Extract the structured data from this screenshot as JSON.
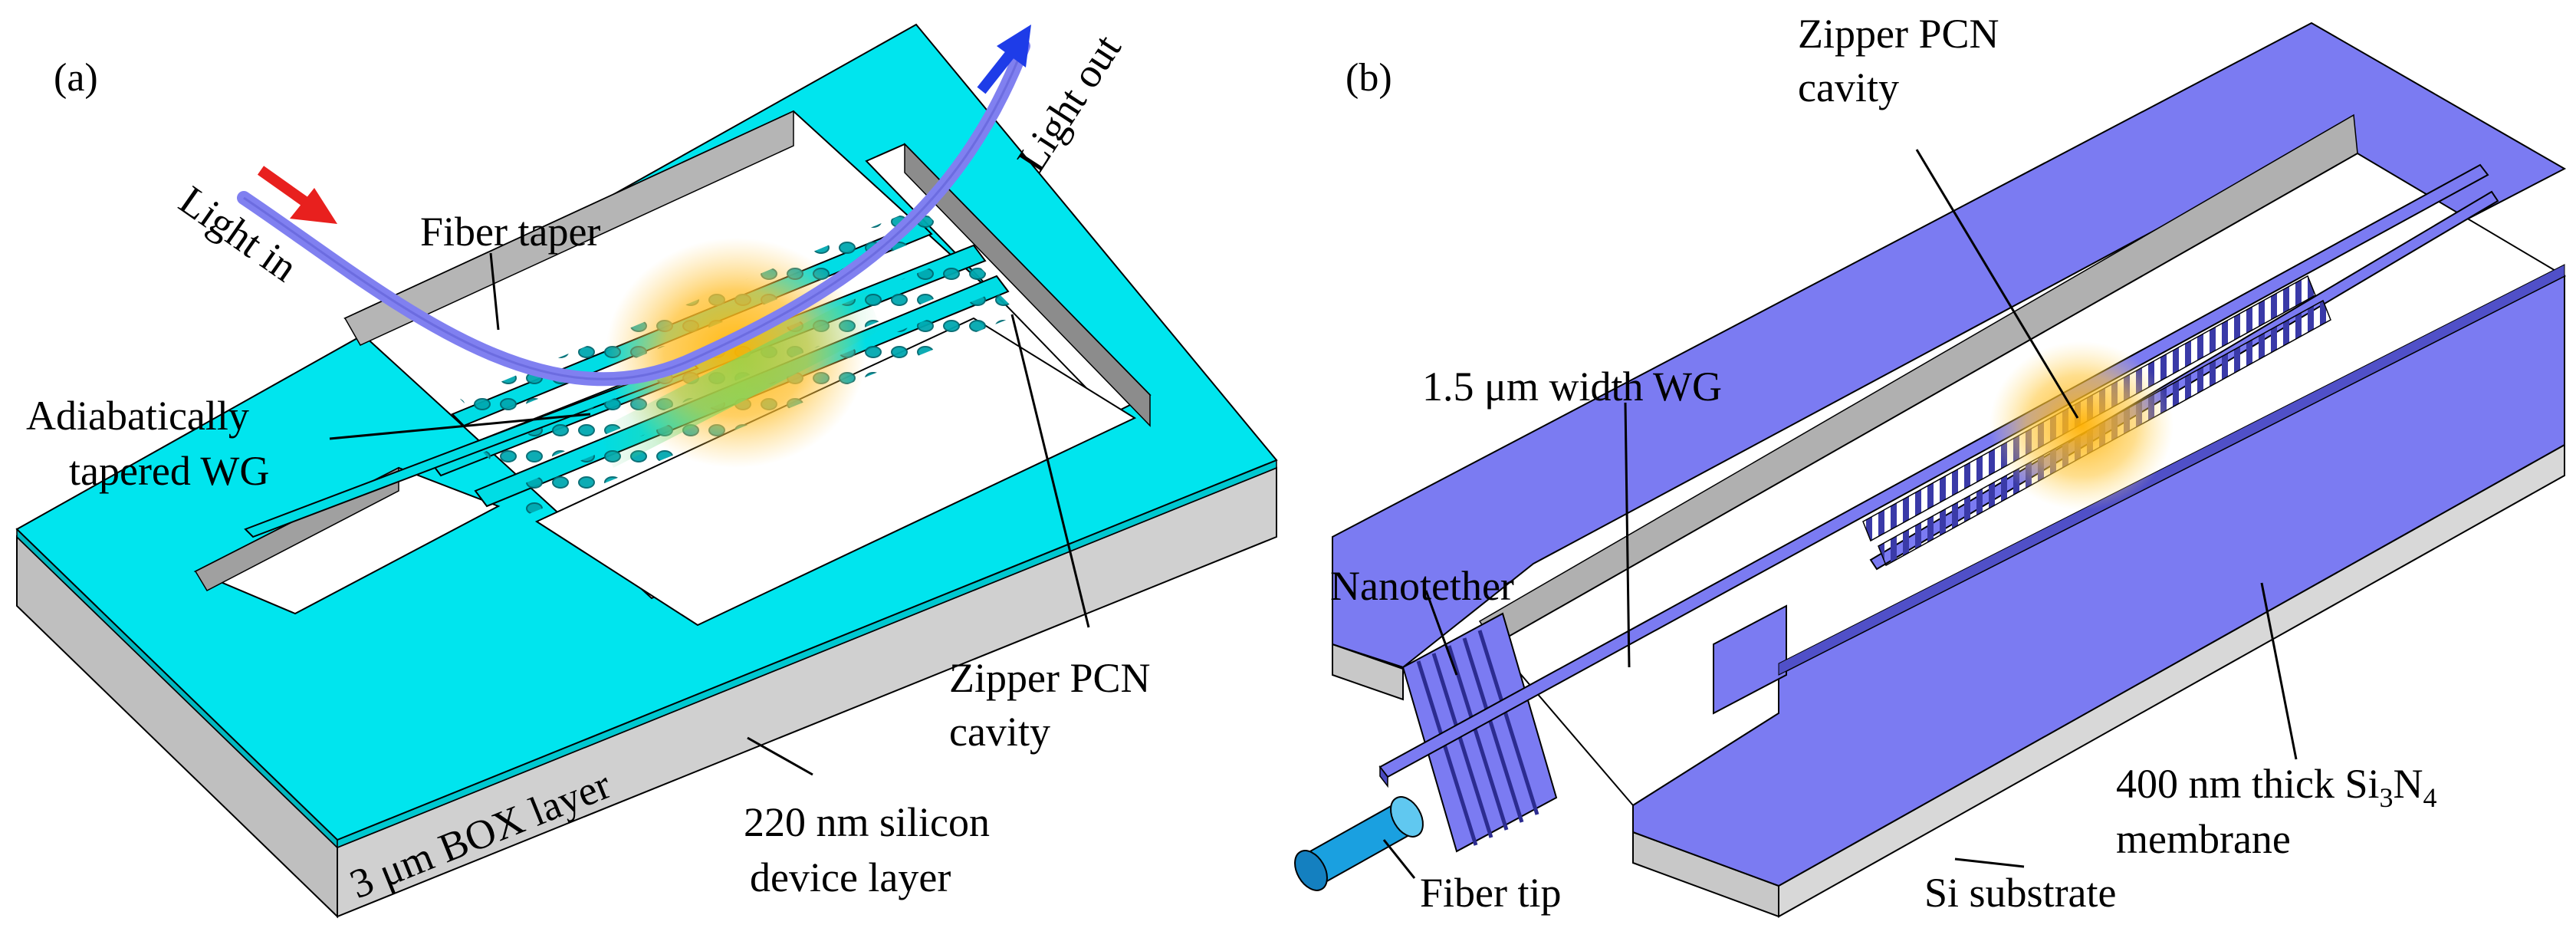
{
  "panels": {
    "a": {
      "panel_label": "(a)",
      "labels": {
        "light_in": "Light in",
        "light_out": "Light out",
        "fiber_taper": "Fiber taper",
        "adiabatic_line1": "Adiabatically",
        "adiabatic_line2": "tapered WG",
        "zipper_line1": "Zipper PCN",
        "zipper_line2": "cavity",
        "box_layer": "3 μm BOX layer",
        "silicon_line1": "220 nm silicon",
        "silicon_line2": "device layer"
      }
    },
    "b": {
      "panel_label": "(b)",
      "labels": {
        "zipper_line1": "Zipper PCN",
        "zipper_line2": "cavity",
        "wg_width": "1.5 μm width WG",
        "nanotether": "Nanotether",
        "fiber_tip": "Fiber tip",
        "si_substrate": "Si substrate",
        "membrane_line1": "400 nm thick Si",
        "membrane_sub1": "3",
        "membrane_mid": "N",
        "membrane_sub2": "4",
        "membrane_line2": "membrane"
      }
    }
  },
  "colors": {
    "device_layer": "#00E5EE",
    "box_layer": "#BFBFBF",
    "box_dark": "#8C8C8C",
    "membrane": "#7B7BF2",
    "membrane_edge": "#5050C8",
    "substrate": "#C8C8C8",
    "fiber": "#8080F0",
    "arrow_in": "#E8201E",
    "arrow_out": "#1E3CE8",
    "hotspot": "#FFB400",
    "fiber_tip": "#1AA0E0"
  }
}
